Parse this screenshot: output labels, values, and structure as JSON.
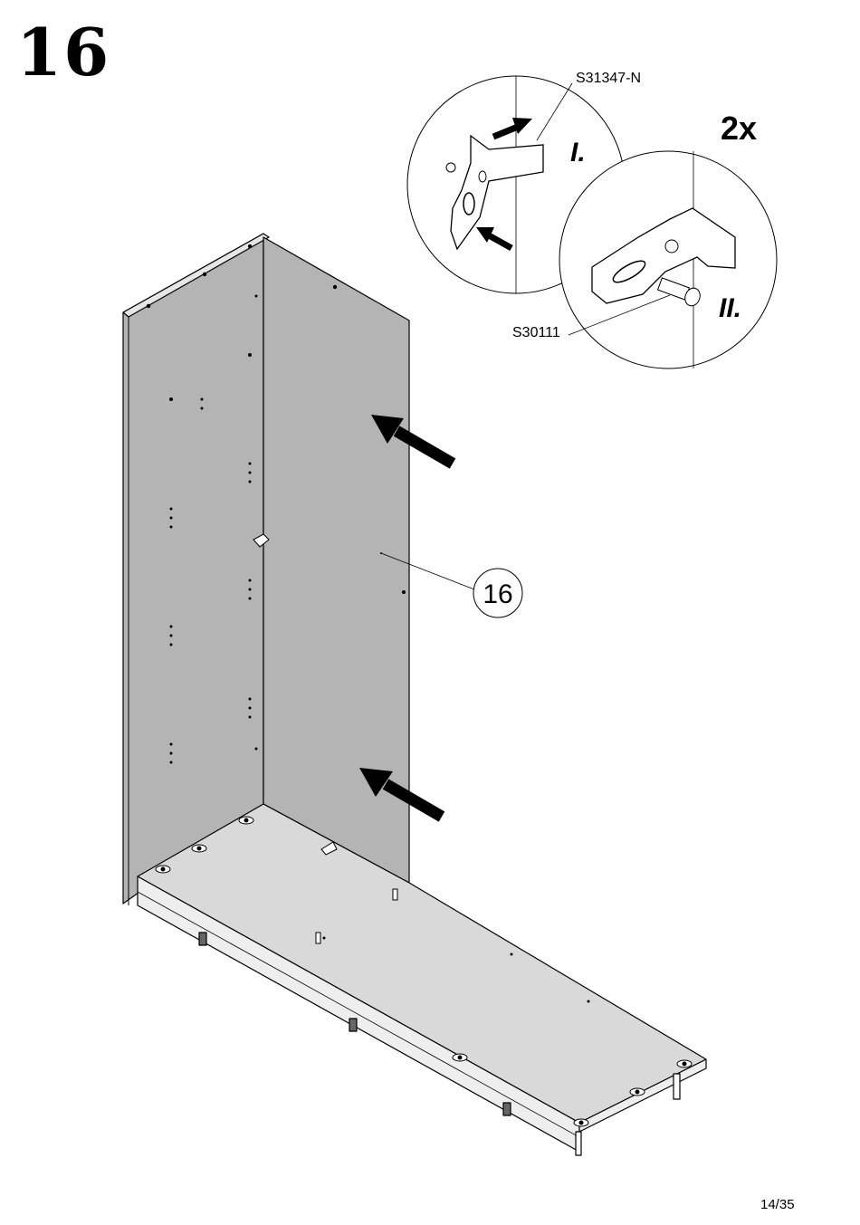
{
  "step": {
    "number": "16"
  },
  "detail": {
    "quantity": "2x",
    "step_one_label": "I.",
    "step_two_label": "II.",
    "bracket_part_code": "S31347-N",
    "screw_part_code": "S30111"
  },
  "main": {
    "panel_callout": "16"
  },
  "footer": {
    "page": "14/35"
  },
  "colors": {
    "panel_fill": "#b4b4b4",
    "floor_fill": "#d9d9d9",
    "line": "#000000"
  }
}
